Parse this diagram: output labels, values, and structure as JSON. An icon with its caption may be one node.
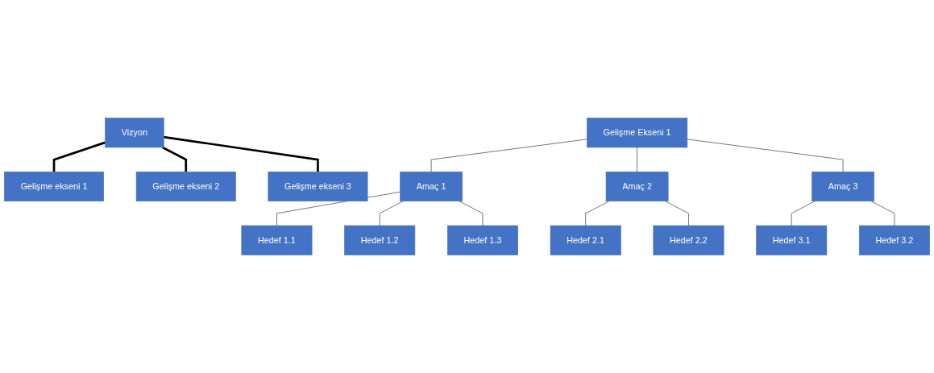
{
  "diagram": {
    "nodes": [
      {
        "text": [
          "Vizyon"
        ]
      },
      {
        "text": [
          "Gelişme ekseni 1"
        ]
      },
      {
        "text": [
          "Gelişme ekseni 2"
        ]
      },
      {
        "text": [
          "Gelişme ekseni 3"
        ]
      },
      {
        "text": [
          "Gelişme Ekseni 1"
        ]
      },
      {
        "text": [
          "Amaç 1"
        ]
      },
      {
        "text": [
          "Amaç 2"
        ]
      },
      {
        "text": [
          "Amaç 3"
        ]
      },
      {
        "text": [
          "Hedef 1.1"
        ]
      },
      {
        "text": [
          "Hedef 1.2"
        ]
      },
      {
        "text": [
          "Hedef 1.3"
        ]
      },
      {
        "text": [
          "Hedef 2.1"
        ]
      },
      {
        "text": [
          "Hedef 2.2"
        ]
      },
      {
        "text": [
          "Hedef 3.1"
        ]
      },
      {
        "text": [
          "Hedef 3.2"
        ]
      }
    ],
    "edges": [
      {
        "from": 0,
        "to": 1,
        "arrow": "none",
        "style": "thick",
        "color": "#000000"
      },
      {
        "from": 0,
        "to": 2,
        "arrow": "none",
        "style": "thick",
        "color": "#000000"
      },
      {
        "from": 0,
        "to": 3,
        "arrow": "none",
        "style": "thick",
        "color": "#000000"
      },
      {
        "from": 4,
        "to": 5,
        "arrow": "none"
      },
      {
        "from": 4,
        "to": 6,
        "arrow": "none"
      },
      {
        "from": 4,
        "to": 7,
        "arrow": "none"
      },
      {
        "from": 5,
        "to": 8,
        "arrow": "none"
      },
      {
        "from": 5,
        "to": 9,
        "arrow": "none"
      },
      {
        "from": 5,
        "to": 10,
        "arrow": "none"
      },
      {
        "from": 6,
        "to": 11,
        "arrow": "none"
      },
      {
        "from": 6,
        "to": 12,
        "arrow": "none"
      },
      {
        "from": 7,
        "to": 13,
        "arrow": "none"
      },
      {
        "from": 7,
        "to": 14,
        "arrow": "none"
      }
    ]
  }
}
